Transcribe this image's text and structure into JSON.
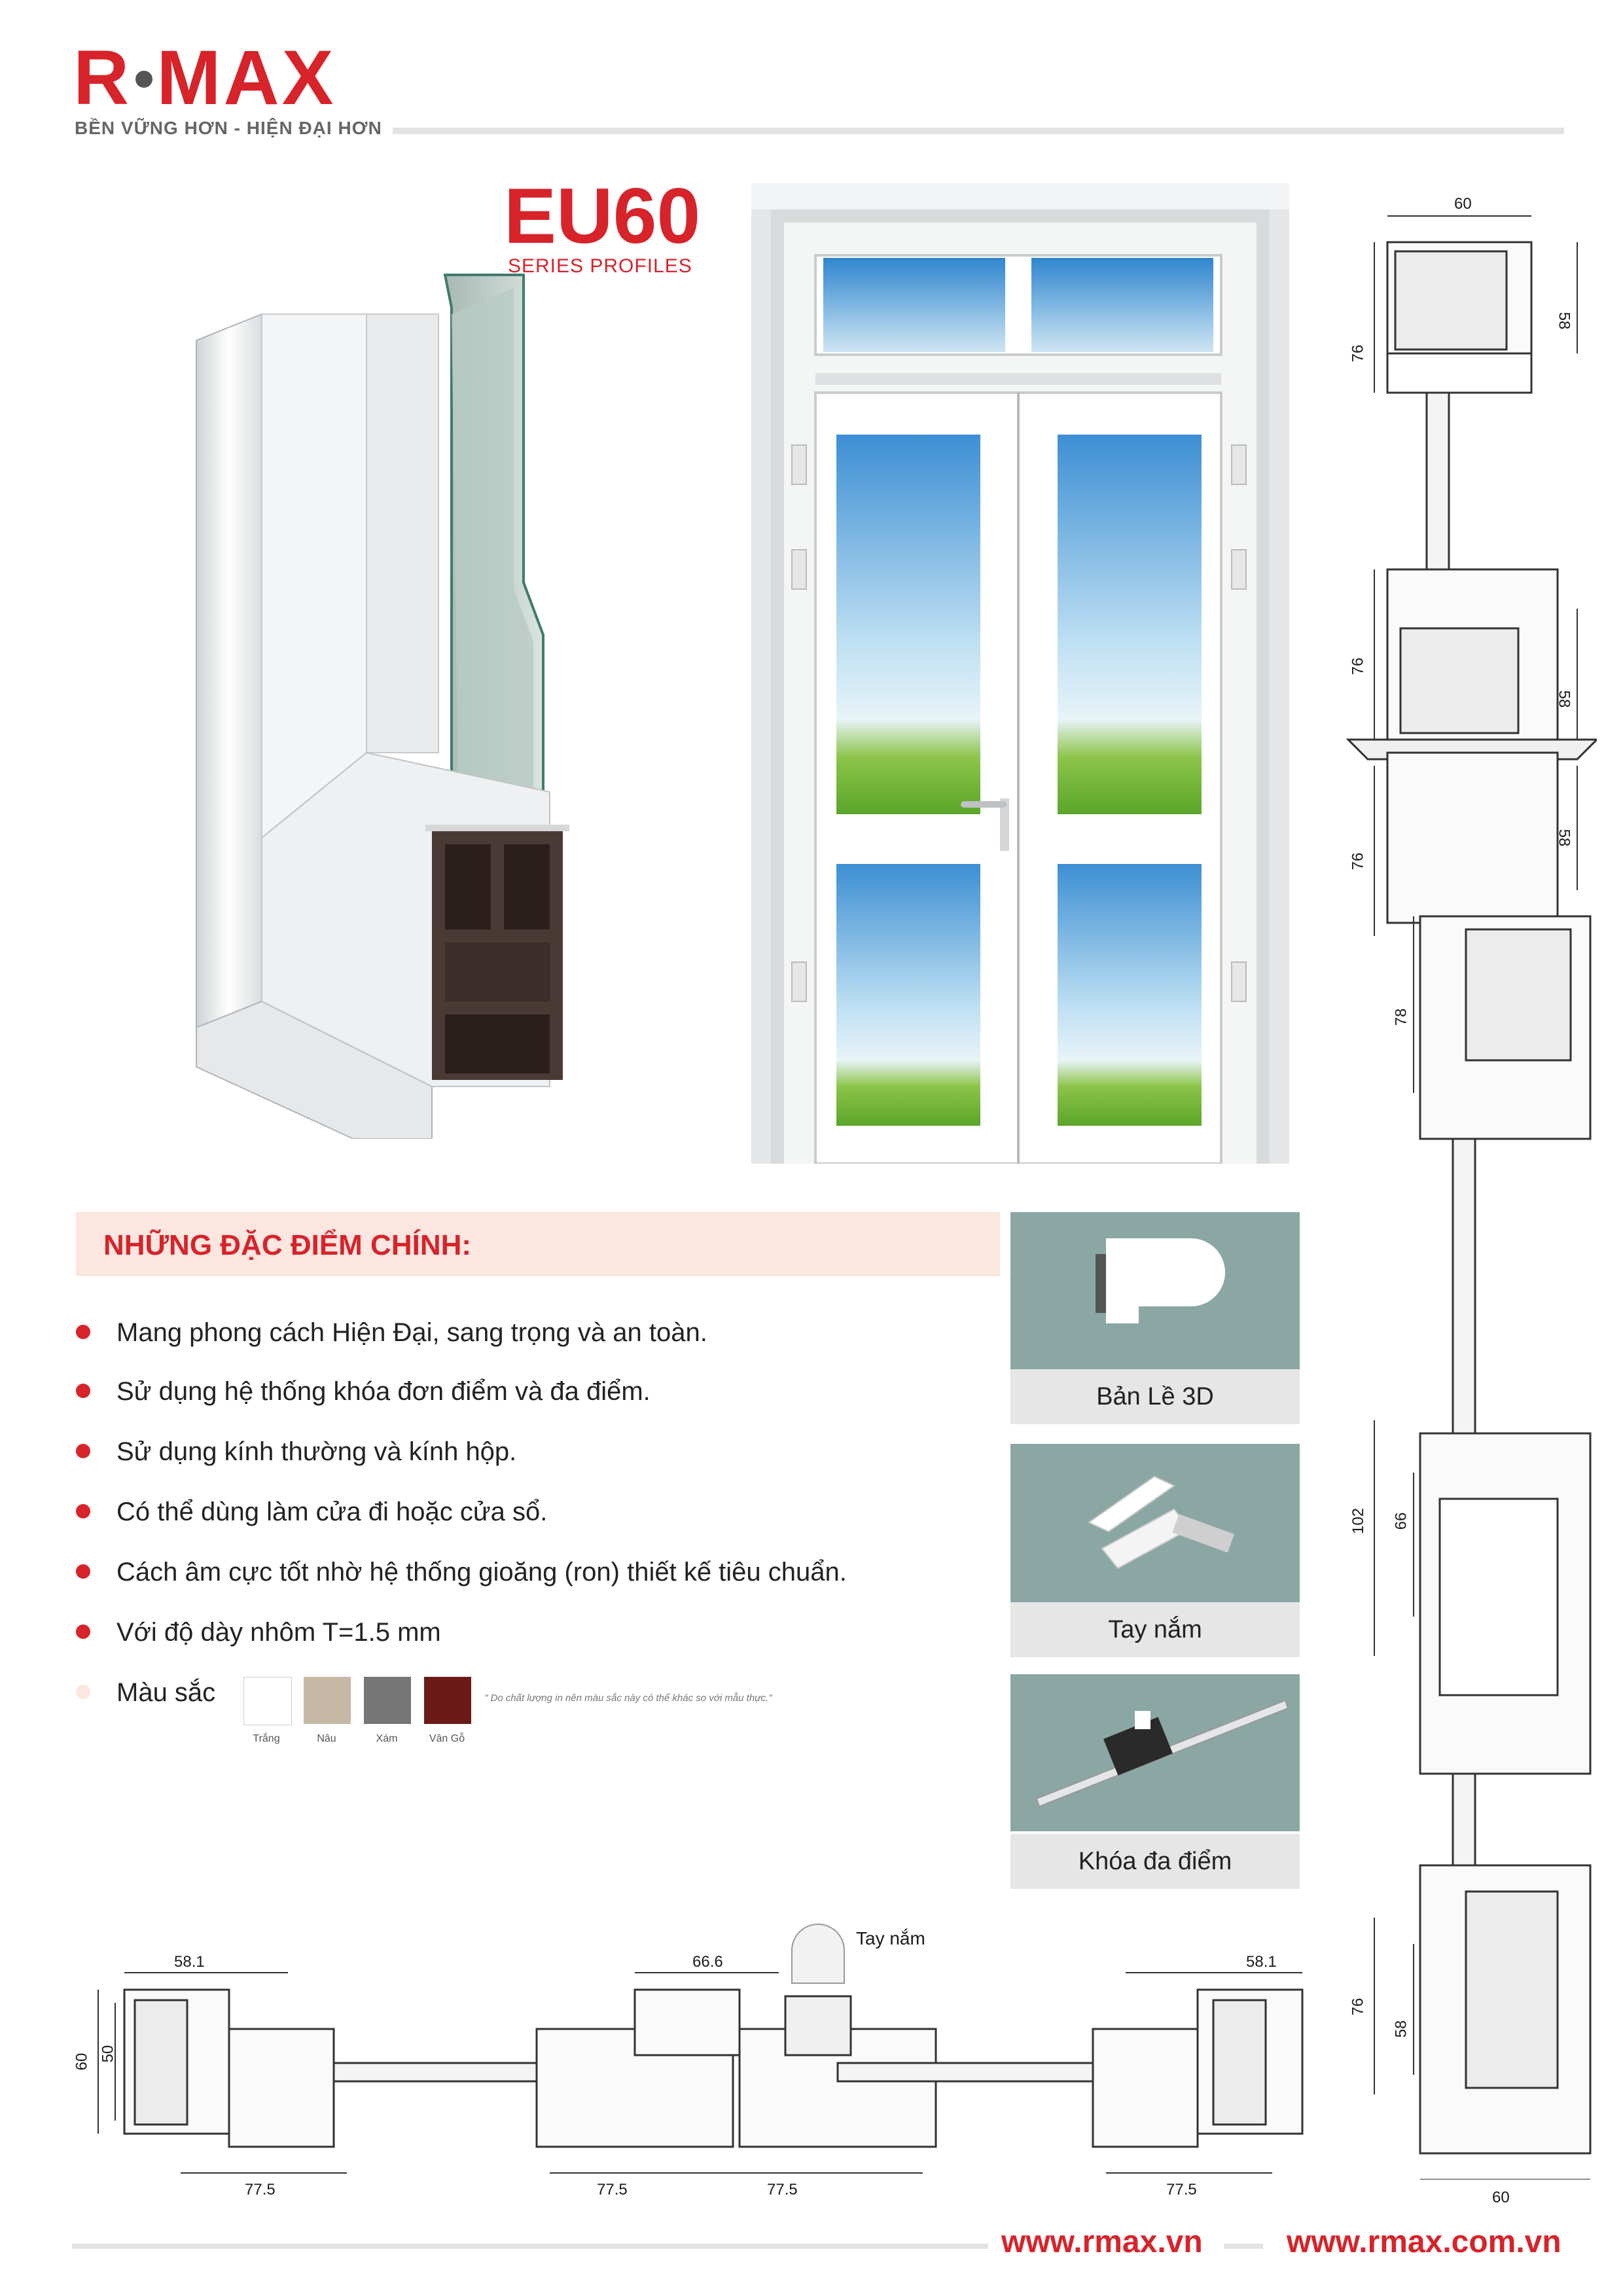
{
  "brand": {
    "logo_left": "R",
    "logo_right": "MAX",
    "tagline": "BỀN VỮNG HƠN - HIỆN ĐẠI HƠN"
  },
  "series": {
    "name": "EU60",
    "subtitle": "SERIES PROFILES"
  },
  "features": {
    "heading": "NHỮNG ĐẶC ĐIỂM CHÍNH:",
    "items": [
      "Mang phong cách Hiện Đại, sang trọng và an toàn.",
      "Sử dụng hệ thống khóa đơn điểm và đa điểm.",
      "Sử dụng kính thường và kính hộp.",
      "Có thể dùng làm cửa đi hoặc cửa sổ.",
      "Cách âm cực tốt nhờ hệ thống gioăng (ron) thiết kế tiêu chuẩn.",
      "Với độ dày nhôm T=1.5 mm"
    ],
    "colors_label": "Màu sắc",
    "colors": [
      {
        "name": "Trắng",
        "hex": "#ffffff"
      },
      {
        "name": "Nâu",
        "hex": "#c7b8a6"
      },
      {
        "name": "Xám",
        "hex": "#767676"
      },
      {
        "name": "Vân Gỗ",
        "hex": "#6b1a18"
      }
    ],
    "color_note": "\" Do chất lượng in nên màu sắc này có thể khác so với mẫu thực.\""
  },
  "accessories": [
    {
      "label": "Bản Lề 3D",
      "icon": "hinge-3d-icon"
    },
    {
      "label": "Tay nắm",
      "icon": "handle-icon"
    },
    {
      "label": "Khóa đa điểm",
      "icon": "multipoint-lock-icon"
    }
  ],
  "vertical_section": {
    "top_width": "60",
    "bottom_width": "60",
    "dims": [
      "76",
      "58",
      "76",
      "58",
      "76",
      "58",
      "78",
      "102",
      "66",
      "76",
      "58"
    ]
  },
  "horizontal_section": {
    "top_dims": [
      "58.1",
      "66.6",
      "58.1"
    ],
    "bottom_dims": [
      "77.5",
      "77.5",
      "77.5",
      "77.5"
    ],
    "left_dims": [
      "60",
      "50"
    ],
    "handle_label": "Tay nắm"
  },
  "footer": {
    "url1": "www.rmax.vn",
    "url2": "www.rmax.com.vn"
  }
}
